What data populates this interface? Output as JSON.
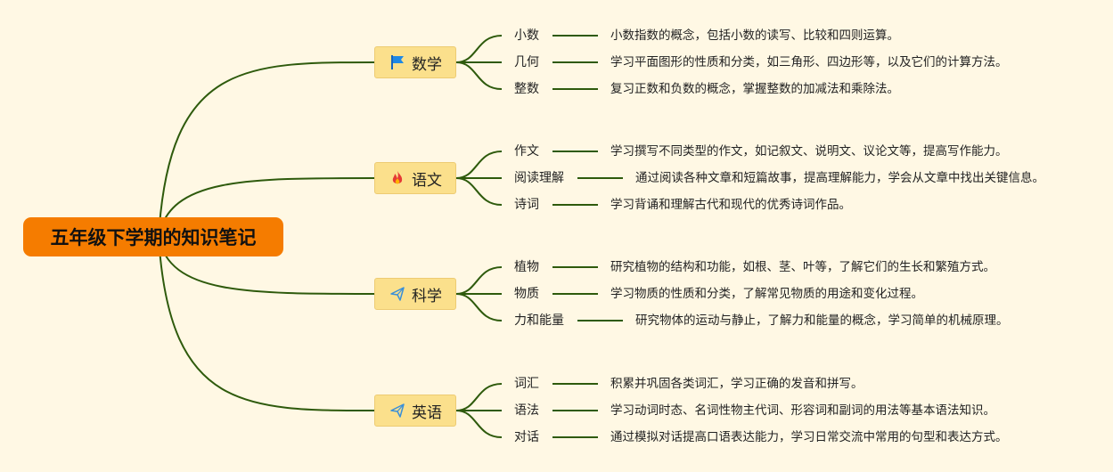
{
  "root": {
    "label": "五年级下学期的知识笔记"
  },
  "colors": {
    "background": "#FFF8E4",
    "root": "#F57C00",
    "branch": "#FBE08C",
    "line": "#2E5A0C"
  },
  "branches": [
    {
      "label": "数学",
      "icon": "flag-icon",
      "leaves": [
        {
          "label": "小数",
          "desc": "小数指数的概念，包括小数的读写、比较和四则运算。"
        },
        {
          "label": "几何",
          "desc": "学习平面图形的性质和分类，如三角形、四边形等，以及它们的计算方法。"
        },
        {
          "label": "整数",
          "desc": "复习正数和负数的概念，掌握整数的加减法和乘除法。"
        }
      ]
    },
    {
      "label": "语文",
      "icon": "fire-icon",
      "leaves": [
        {
          "label": "作文",
          "desc": "学习撰写不同类型的作文，如记叙文、说明文、议论文等，提高写作能力。"
        },
        {
          "label": "阅读理解",
          "desc": "通过阅读各种文章和短篇故事，提高理解能力，学会从文章中找出关键信息。"
        },
        {
          "label": "诗词",
          "desc": "学习背诵和理解古代和现代的优秀诗词作品。"
        }
      ]
    },
    {
      "label": "科学",
      "icon": "paper-plane-icon",
      "leaves": [
        {
          "label": "植物",
          "desc": "研究植物的结构和功能，如根、茎、叶等，了解它们的生长和繁殖方式。"
        },
        {
          "label": "物质",
          "desc": "学习物质的性质和分类，了解常见物质的用途和变化过程。"
        },
        {
          "label": "力和能量",
          "desc": "研究物体的运动与静止，了解力和能量的概念，学习简单的机械原理。"
        }
      ]
    },
    {
      "label": "英语",
      "icon": "paper-plane-icon",
      "leaves": [
        {
          "label": "词汇",
          "desc": "积累并巩固各类词汇，学习正确的发音和拼写。"
        },
        {
          "label": "语法",
          "desc": "学习动词时态、名词性物主代词、形容词和副词的用法等基本语法知识。"
        },
        {
          "label": "对话",
          "desc": "通过模拟对话提高口语表达能力，学习日常交流中常用的句型和表达方式。"
        }
      ]
    }
  ]
}
